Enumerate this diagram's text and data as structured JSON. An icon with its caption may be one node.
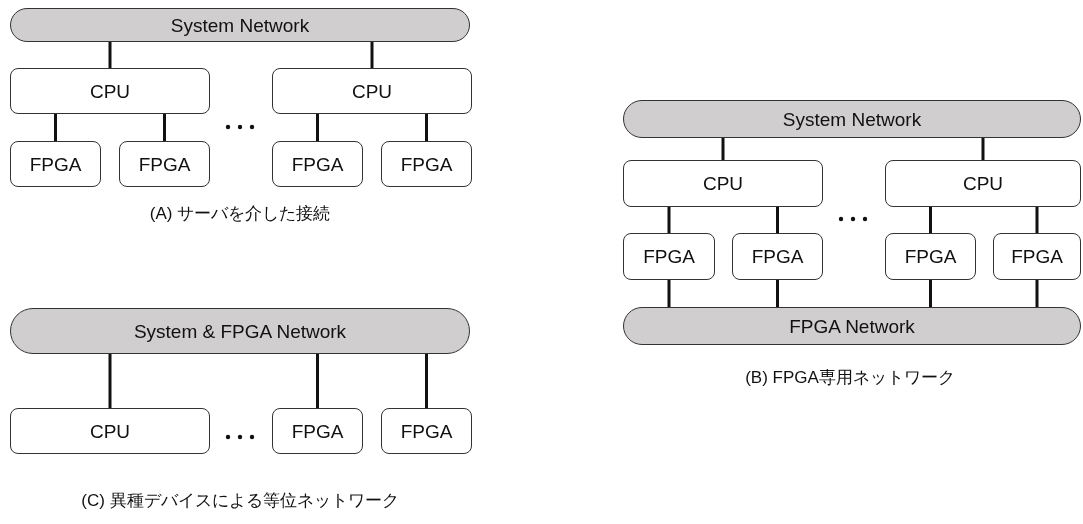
{
  "diagram": {
    "nodes": [
      {
        "text": [
          "System Network"
        ]
      },
      {
        "text": [
          "CPU"
        ]
      },
      {
        "text": [
          "CPU"
        ]
      },
      {
        "text": [
          "FPGA"
        ]
      },
      {
        "text": [
          "FPGA"
        ]
      },
      {
        "text": [
          "FPGA"
        ]
      },
      {
        "text": [
          "FPGA"
        ]
      },
      {
        "text": [
          "System Network"
        ]
      },
      {
        "text": [
          "CPU"
        ]
      },
      {
        "text": [
          "CPU"
        ]
      },
      {
        "text": [
          "FPGA"
        ]
      },
      {
        "text": [
          "FPGA"
        ]
      },
      {
        "text": [
          "FPGA"
        ]
      },
      {
        "text": [
          "FPGA"
        ]
      },
      {
        "text": [
          "FPGA Network"
        ]
      },
      {
        "text": [
          "System & FPGA Network"
        ]
      },
      {
        "text": [
          "CPU"
        ]
      },
      {
        "text": [
          "FPGA"
        ]
      },
      {
        "text": [
          "FPGA"
        ]
      }
    ],
    "edges": [
      {
        "from": 0,
        "to": 1,
        "arrow": "none"
      },
      {
        "from": 0,
        "to": 2,
        "arrow": "none"
      },
      {
        "from": 1,
        "to": 3,
        "arrow": "none"
      },
      {
        "from": 1,
        "to": 4,
        "arrow": "none"
      },
      {
        "from": 2,
        "to": 5,
        "arrow": "none"
      },
      {
        "from": 2,
        "to": 6,
        "arrow": "none"
      },
      {
        "from": 7,
        "to": 8,
        "arrow": "none"
      },
      {
        "from": 7,
        "to": 9,
        "arrow": "none"
      },
      {
        "from": 8,
        "to": 10,
        "arrow": "none"
      },
      {
        "from": 8,
        "to": 11,
        "arrow": "none"
      },
      {
        "from": 9,
        "to": 12,
        "arrow": "none"
      },
      {
        "from": 9,
        "to": 13,
        "arrow": "none"
      },
      {
        "from": 10,
        "to": 14,
        "arrow": "none"
      },
      {
        "from": 11,
        "to": 14,
        "arrow": "none"
      },
      {
        "from": 12,
        "to": 14,
        "arrow": "none"
      },
      {
        "from": 13,
        "to": 14,
        "arrow": "none"
      },
      {
        "from": 15,
        "to": 16,
        "arrow": "none"
      },
      {
        "from": 15,
        "to": 17,
        "arrow": "none"
      },
      {
        "from": 15,
        "to": 18,
        "arrow": "none"
      }
    ],
    "labels": [
      "(A) サーバを介した接続",
      "(B) FPGA専用ネットワーク",
      "(C) 異種デバイスによる等位ネットワーク"
    ]
  }
}
